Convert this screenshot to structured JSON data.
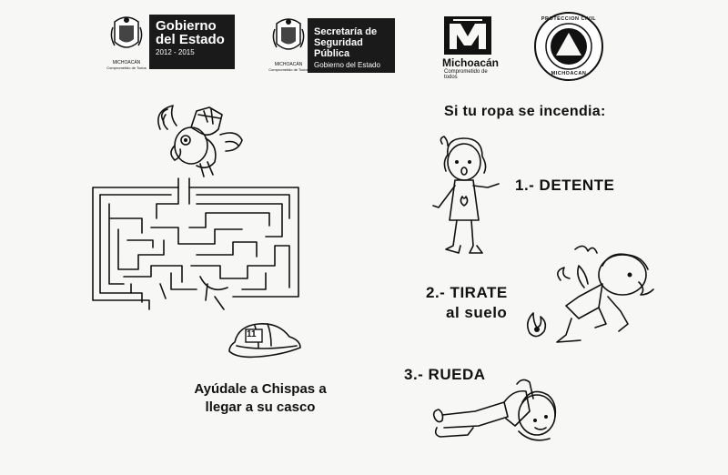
{
  "header": {
    "gobierno": {
      "line1": "Gobierno",
      "line2": "del Estado",
      "years": "2012 - 2015"
    },
    "seal1": {
      "label1": "MICHOACÁN",
      "label2": "Comprometido de Todos"
    },
    "secretaria": {
      "line1": "Secretaría de",
      "line2": "Seguridad Pública",
      "line3": "Gobierno del Estado"
    },
    "seal2": {
      "label1": "MICHOACÁN",
      "label2": "Comprometido de Todos"
    },
    "michoacan": {
      "word": "Michoacán",
      "tagline": "Comprometido de todos"
    },
    "proteccion": {
      "top": "PROTECCION CIVIL",
      "bottom": "MICHOACAN"
    }
  },
  "maze": {
    "caption_line1": "Ayúdale a Chispas a",
    "caption_line2": "llegar a su casco",
    "helmet_number": "11"
  },
  "steps": {
    "heading": "Si tu ropa se incendia:",
    "step1": "1.- DETENTE",
    "step2_line1": "2.- TIRATE",
    "step2_line2": "al suelo",
    "step3": "3.- RUEDA"
  }
}
